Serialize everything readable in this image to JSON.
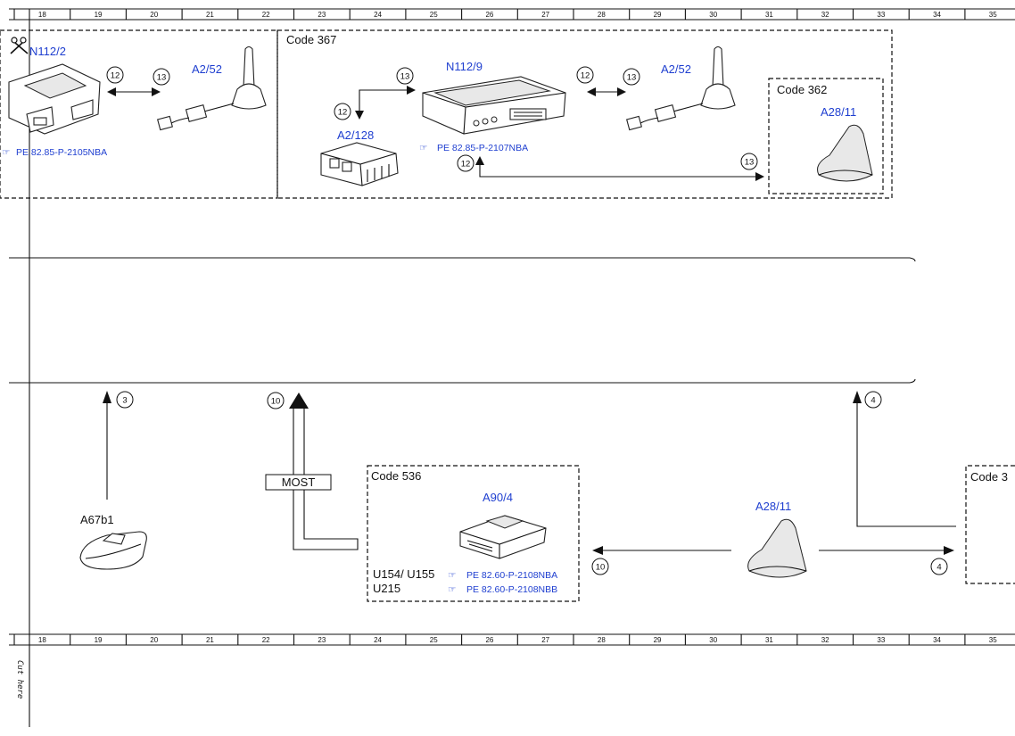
{
  "ruler": {
    "top_numbers": [
      "18",
      "19",
      "20",
      "21",
      "22",
      "23",
      "24",
      "25",
      "26",
      "27",
      "28",
      "29",
      "30",
      "31",
      "32",
      "33",
      "34",
      "35"
    ],
    "bottom_numbers": [
      "18",
      "19",
      "20",
      "21",
      "22",
      "23",
      "24",
      "25",
      "26",
      "27",
      "28",
      "29",
      "30",
      "31",
      "32",
      "33",
      "34",
      "35"
    ]
  },
  "cut_label": "Cut here",
  "groups": {
    "code367": "Code 367",
    "code362": "Code 362",
    "code536": "Code 536",
    "code_right": "Code 3"
  },
  "components": {
    "n112_2": "N112/2",
    "a2_52_left": "A2/52",
    "n112_9": "N112/9",
    "a2_52_right": "A2/52",
    "a2_128": "A2/128",
    "a28_11_top": "A28/11",
    "a67b1": "A67b1",
    "a90_4": "A90/4",
    "a28_11_bottom": "A28/11"
  },
  "references": {
    "ref_n112_2": "PE 82.85-P-2105NBA",
    "ref_n112_9": "PE 82.85-P-2107NBA",
    "ref_a90_4_a": "PE 82.60-P-2108NBA",
    "ref_a90_4_b": "PE 82.60-P-2108NBB"
  },
  "variants": {
    "line1": "U154/ U155",
    "line2": "U215"
  },
  "bus_label": "MOST",
  "circles": {
    "c12a": "12",
    "c13a": "13",
    "c13b": "13",
    "c12b": "12",
    "c12c": "12",
    "c13c": "13",
    "c12d": "12",
    "c13d": "13",
    "c3": "3",
    "c10a": "10",
    "c4a": "4",
    "c10b": "10",
    "c4b": "4"
  },
  "icons": [
    "scissors-icon",
    "pointing-hand-icon"
  ]
}
